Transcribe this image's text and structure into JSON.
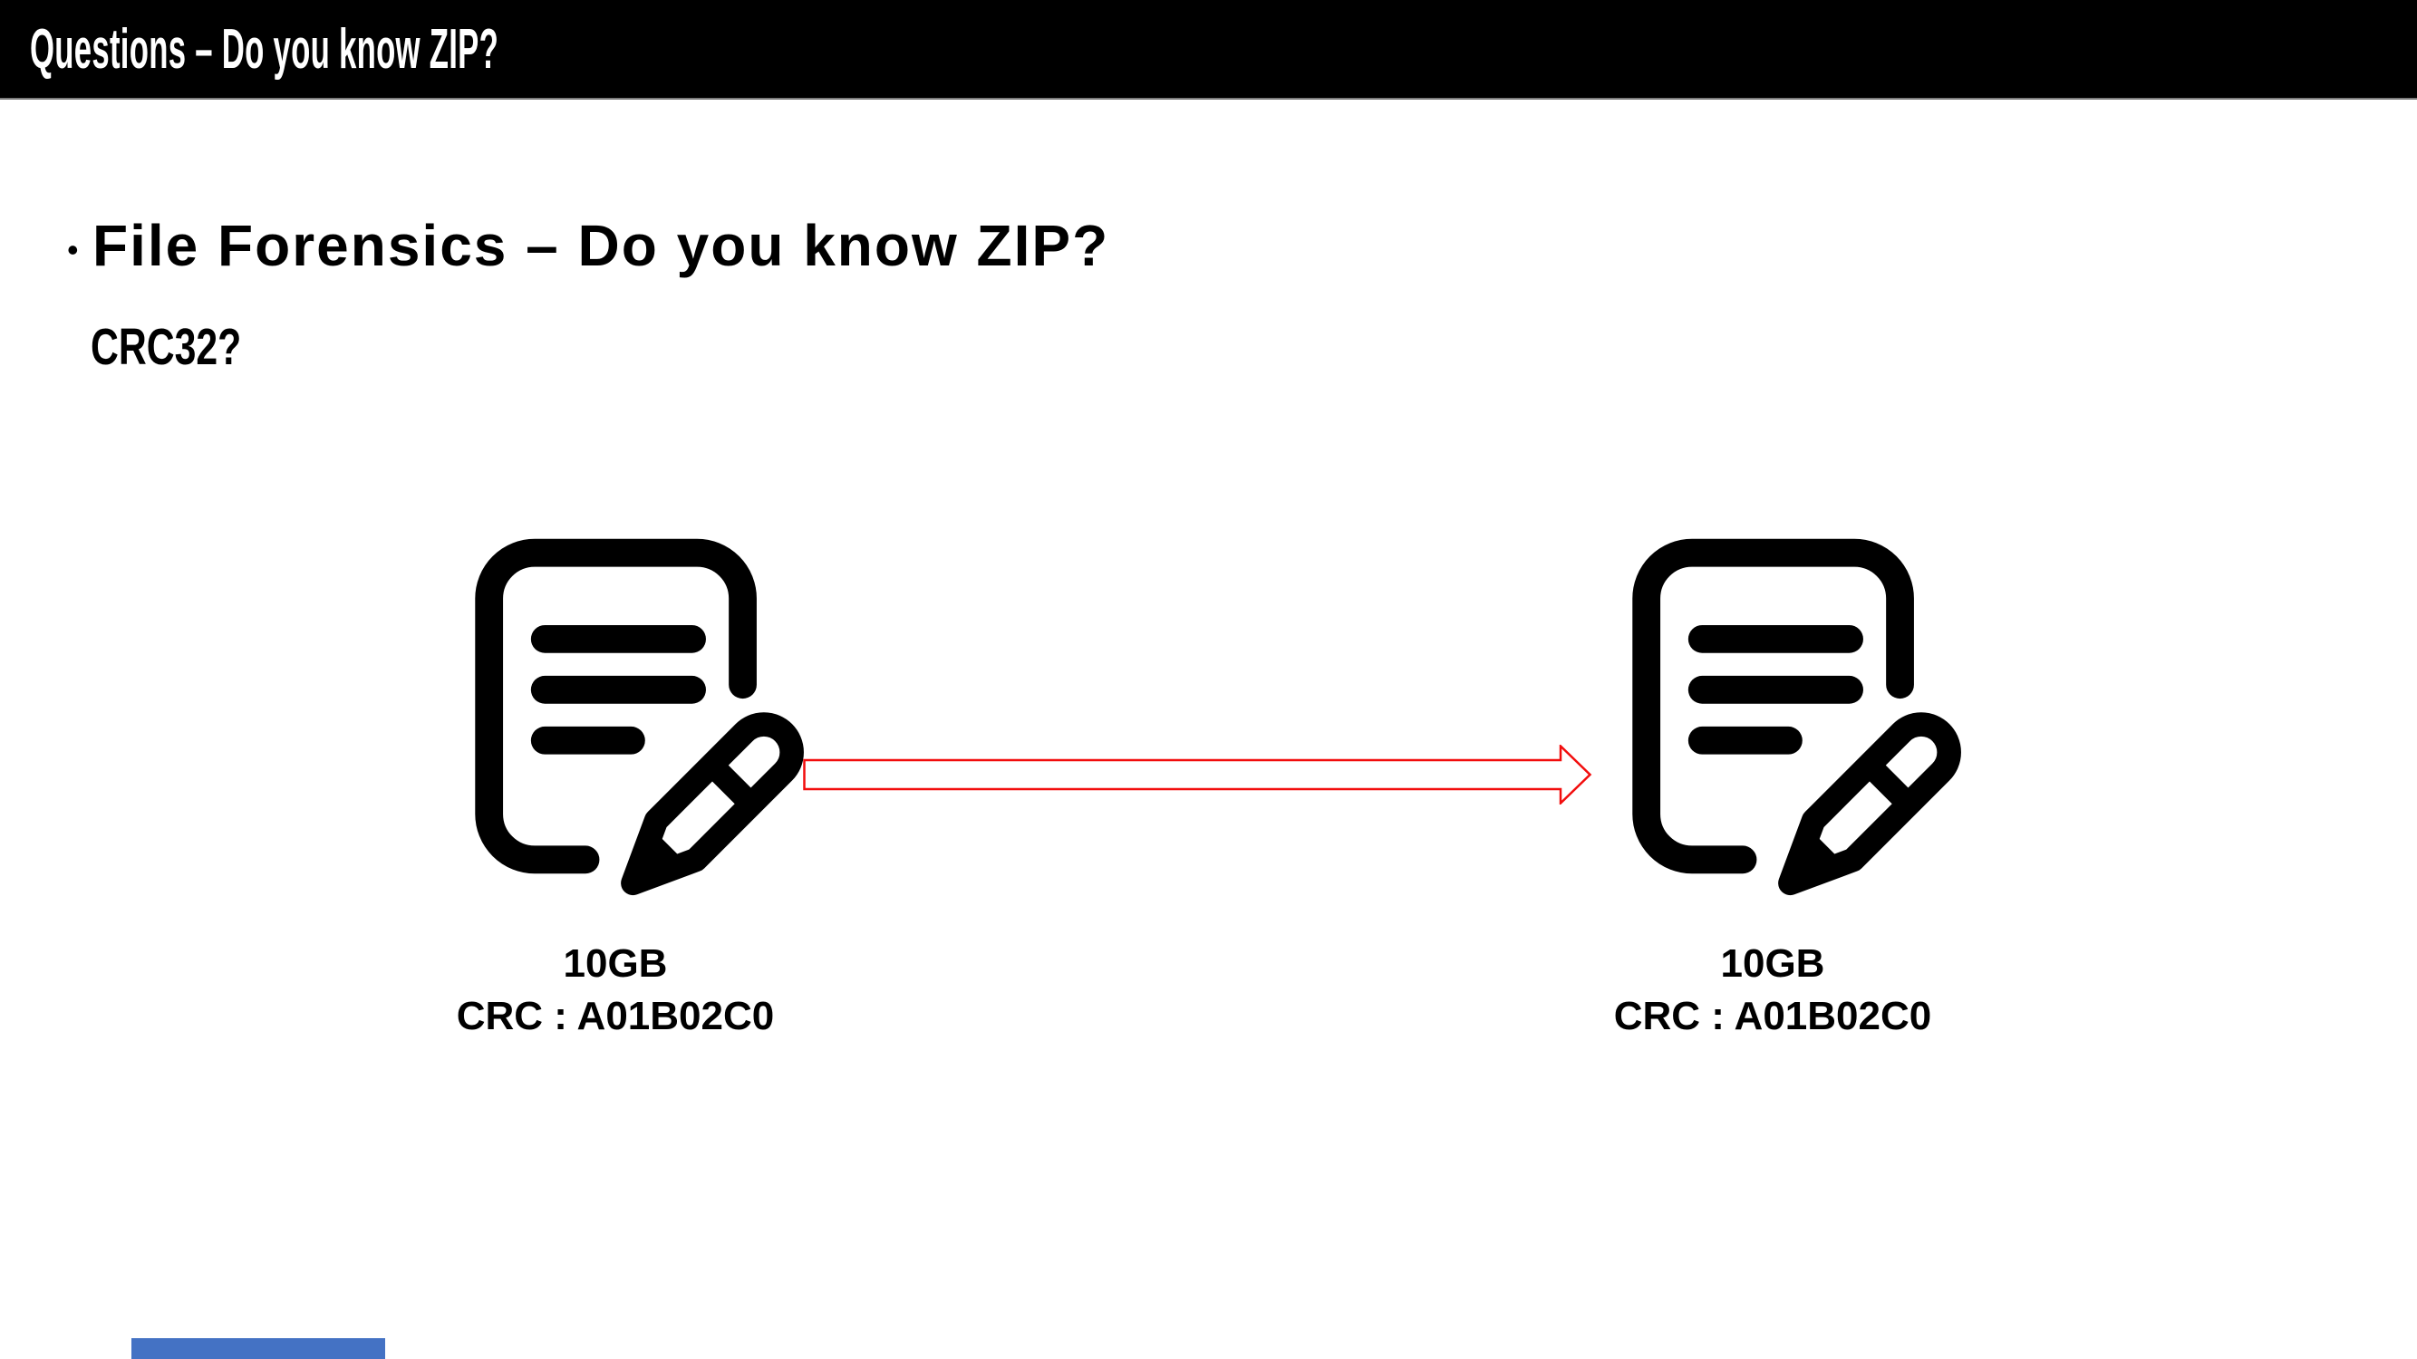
{
  "slide": {
    "header": {
      "title": "Questions – Do you know ZIP?"
    },
    "body": {
      "bullet_marker": "•",
      "bullet_text": "File Forensics – Do you know ZIP?",
      "subheading": "CRC32?"
    },
    "diagram": {
      "source_file": {
        "icon": "document-edit-icon",
        "size": "10GB",
        "crc": "CRC : A01B02C0"
      },
      "target_file": {
        "icon": "document-edit-icon",
        "size": "10GB",
        "crc": "CRC : A01B02C0"
      },
      "arrow": {
        "direction": "right",
        "stroke_color": "#f20d0d",
        "fill_color": "#ffffff"
      }
    },
    "footer": {
      "accent_bar_color": "#4472c4"
    },
    "colors": {
      "header_bg": "#000000",
      "header_text": "#ffffff",
      "text": "#000000",
      "icon": "#000000"
    }
  }
}
